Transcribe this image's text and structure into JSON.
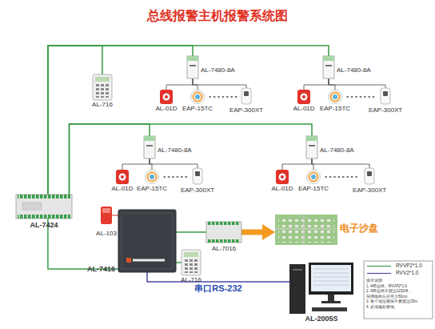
{
  "diagram": {
    "title": "总线报警主机报警系统图",
    "nodes": [
      {
        "text": [
          "AL-716"
        ]
      },
      {
        "text": [
          "AL-7480-8A"
        ]
      },
      {
        "text": [
          "AL-01D"
        ]
      },
      {
        "text": [
          "EAP-15TC"
        ]
      },
      {
        "text": [
          "EAP-300XT"
        ]
      },
      {
        "text": [
          "AL-7480-8A"
        ]
      },
      {
        "text": [
          "AL-01D"
        ]
      },
      {
        "text": [
          "EAP-15TC"
        ]
      },
      {
        "text": [
          "EAP-300XT"
        ]
      },
      {
        "text": [
          "AL-7480-8A"
        ]
      },
      {
        "text": [
          "AL-01D"
        ]
      },
      {
        "text": [
          "EAP-15TC"
        ]
      },
      {
        "text": [
          "EAP-300XT"
        ]
      },
      {
        "text": [
          "AL-7480-8A"
        ]
      },
      {
        "text": [
          "AL-01D"
        ]
      },
      {
        "text": [
          "EAP-15TC"
        ]
      },
      {
        "text": [
          "EAP-300XT"
        ]
      },
      {
        "text": [
          "AL-7424"
        ]
      },
      {
        "text": [
          "AL-103"
        ]
      },
      {
        "text": [
          "AL-7416"
        ]
      },
      {
        "text": [
          "AL-7016"
        ]
      },
      {
        "text": [
          "电子沙盘"
        ]
      },
      {
        "text": [
          "AL-716"
        ]
      },
      {
        "text": [
          "AL-2005S"
        ]
      }
    ],
    "edges": [
      {
        "from": 17,
        "to": 0,
        "arrow": "none"
      },
      {
        "from": 17,
        "to": 1,
        "arrow": "none"
      },
      {
        "from": 17,
        "to": 5,
        "arrow": "none"
      },
      {
        "from": 17,
        "to": 9,
        "arrow": "none"
      },
      {
        "from": 17,
        "to": 13,
        "arrow": "none"
      },
      {
        "from": 1,
        "to": 2,
        "arrow": "none"
      },
      {
        "from": 1,
        "to": 3,
        "arrow": "none"
      },
      {
        "from": 1,
        "to": 4,
        "arrow": "none"
      },
      {
        "from": 5,
        "to": 6,
        "arrow": "none"
      },
      {
        "from": 5,
        "to": 7,
        "arrow": "none"
      },
      {
        "from": 5,
        "to": 8,
        "arrow": "none"
      },
      {
        "from": 9,
        "to": 10,
        "arrow": "none"
      },
      {
        "from": 9,
        "to": 11,
        "arrow": "none"
      },
      {
        "from": 9,
        "to": 12,
        "arrow": "none"
      },
      {
        "from": 13,
        "to": 14,
        "arrow": "none"
      },
      {
        "from": 13,
        "to": 15,
        "arrow": "none"
      },
      {
        "from": 13,
        "to": 16,
        "arrow": "none"
      },
      {
        "from": 17,
        "to": 19,
        "arrow": "none"
      },
      {
        "from": 19,
        "to": 18,
        "arrow": "none"
      },
      {
        "from": 19,
        "to": 20,
        "arrow": "none"
      },
      {
        "from": 20,
        "to": 21,
        "arrow": "to"
      },
      {
        "from": 19,
        "to": 22,
        "arrow": "none"
      },
      {
        "from": 19,
        "to": 23,
        "label": "串口RS-232",
        "arrow": "none"
      }
    ],
    "labels": [
      "技术说明:",
      "1. 485总线：RVVP2*1.0",
      "2. 485总线不超过1200米，",
      "与强电线分开至少50cm",
      "3. 每个地址模块不要超过25m",
      "4. 必须做好接地"
    ],
    "legend": [
      {
        "text": "RVVP2*1.0"
      },
      {
        "text": "RVV2*1.0"
      }
    ]
  }
}
